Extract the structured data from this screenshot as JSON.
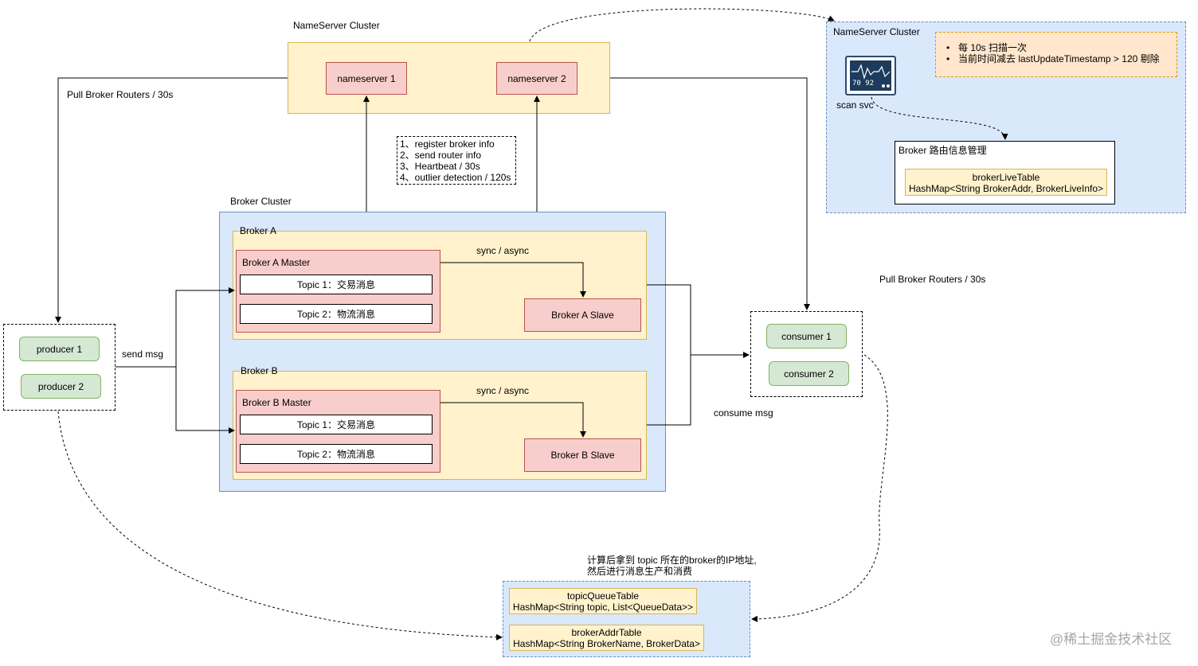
{
  "nameserver": {
    "title": "NameServer  Cluster",
    "ns1": "nameserver 1",
    "ns2": "nameserver 2"
  },
  "register_note": [
    "1、register broker info",
    "2、send router info",
    "3、Heartbeat / 30s",
    "4、outlier detection / 120s"
  ],
  "pull_left": "Pull Broker Routers / 30s",
  "pull_right": "Pull Broker Routers / 30s",
  "broker_cluster": {
    "title": "Broker Cluster",
    "a": {
      "title": "Broker A",
      "master": "Broker A Master",
      "topic1": "Topic 1：交易消息",
      "topic2": "Topic 2：物流消息",
      "sync": "sync / async",
      "slave": "Broker A Slave"
    },
    "b": {
      "title": "Broker B",
      "master": "Broker B Master",
      "topic1": "Topic 1：交易消息",
      "topic2": "Topic 2：物流消息",
      "sync": "sync / async",
      "slave": "Broker B Slave"
    }
  },
  "producers": {
    "p1": "producer 1",
    "p2": "producer 2",
    "send": "send  msg"
  },
  "consumers": {
    "c1": "consumer 1",
    "c2": "consumer 2",
    "consume": "consume msg"
  },
  "ns_detail": {
    "title": "NameServer Cluster",
    "bullets": [
      "每 10s 扫描一次",
      "当前时间减去 lastUpdateTimestamp > 120 剔除"
    ],
    "monitor_numbers": "70  92",
    "scan": "scan svc",
    "route_title": "Broker 路由信息管理",
    "live_table": "brokerLiveTable",
    "live_map": "HashMap<String BrokerAddr, BrokerLiveInfo>"
  },
  "tables": {
    "note_line1": "计算后拿到 topic 所在的broker的IP地址,",
    "note_line2": "然后进行消息生产和消费",
    "topic_table": "topicQueueTable",
    "topic_map": "HashMap<String topic, List<QueueData>>",
    "addr_table": "brokerAddrTable",
    "addr_map": "HashMap<String BrokerName, BrokerData>"
  },
  "watermark": "@稀土掘金技术社区",
  "colors": {
    "yellow": "#fff2cc",
    "red": "#f8cecc",
    "green": "#d5e8d4",
    "blue": "#dae8fc",
    "orange": "#ffe6cc"
  }
}
